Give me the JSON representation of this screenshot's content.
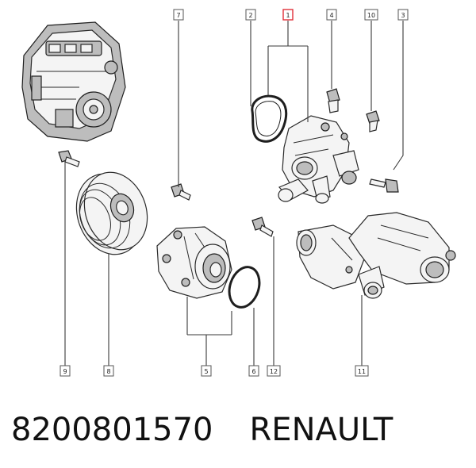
{
  "callouts": {
    "c1": "1",
    "c2": "2",
    "c3": "3",
    "c4": "4",
    "c5": "5",
    "c6": "6",
    "c7": "7",
    "c8": "8",
    "c9": "9",
    "c10": "10",
    "c11": "11",
    "c12": "12"
  },
  "caption": {
    "part_number": "8200801570",
    "brand": "RENAULT"
  },
  "colors": {
    "highlight": "#e0303a",
    "line": "#2a2a2a"
  }
}
